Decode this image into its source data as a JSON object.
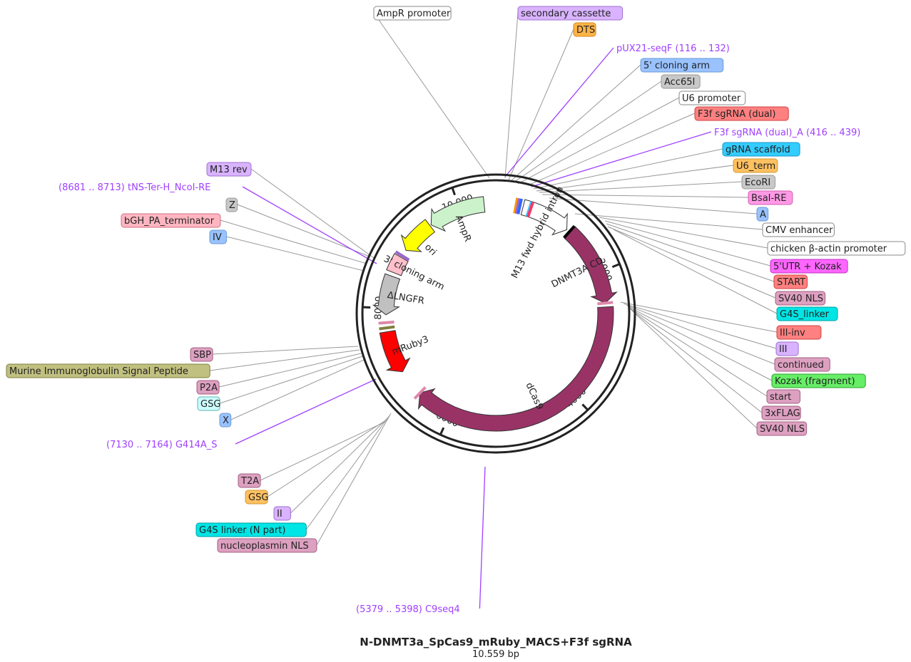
{
  "plasmid": {
    "name": "N-DNMT3a_SpCas9_mRuby_MACS+F3f sgRNA",
    "length_label": "10.559 bp",
    "length_bp": 10559
  },
  "ruler": [
    {
      "label": "2000",
      "bp": 2000
    },
    {
      "label": "4000",
      "bp": 4000
    },
    {
      "label": "6000",
      "bp": 6000
    },
    {
      "label": "8000",
      "bp": 8000
    },
    {
      "label": "10.000",
      "bp": 10000
    }
  ],
  "features": [
    {
      "name": "AmpR",
      "start": 9500,
      "end": 10380,
      "dir": -1,
      "color": "#ccf2cc"
    },
    {
      "name": "ori",
      "start": 8950,
      "end": 9480,
      "dir": -1,
      "color": "#ffff00"
    },
    {
      "name": "M13 fwd hybrid intron",
      "start": 420,
      "end": 1180,
      "dir": 1,
      "color": "#ffffff"
    },
    {
      "name": "DNMT3A CD",
      "start": 1240,
      "end": 2480,
      "dir": 1,
      "color": "#993366"
    },
    {
      "name": "dCas9",
      "start": 2540,
      "end": 6560,
      "dir": 1,
      "color": "#993366"
    },
    {
      "name": "mRuby3",
      "start": 6980,
      "end": 7640,
      "dir": -1,
      "color": "#ff0000"
    },
    {
      "name": "ΔLNGFR",
      "start": 7900,
      "end": 8500,
      "dir": -1,
      "color": "#c0c0c0"
    },
    {
      "name": "3' cloning arm",
      "start": 8560,
      "end": 8820,
      "dir": 0,
      "color": "#ffc0cb"
    }
  ],
  "labels": [
    {
      "text": "AmpR promoter",
      "bg": "#ffffff",
      "border": "#888888",
      "fg": "#222222"
    },
    {
      "text": "secondary cassette",
      "bg": "#d9b3ff",
      "border": "#a070d0",
      "fg": "#222222"
    },
    {
      "text": "DTS",
      "bg": "#ffb347",
      "border": "#d08a20",
      "fg": "#222222"
    },
    {
      "text": "pUX21-seqF  (116 .. 132)",
      "primer": true,
      "fg": "#a040ff"
    },
    {
      "text": "5' cloning arm",
      "bg": "#99c2ff",
      "border": "#6a9ad6",
      "fg": "#222222"
    },
    {
      "text": "Acc65I",
      "bg": "#c8c8c8",
      "border": "#999999",
      "fg": "#222222"
    },
    {
      "text": "U6 promoter",
      "bg": "#ffffff",
      "border": "#888888",
      "fg": "#222222"
    },
    {
      "text": "F3f sgRNA (dual)",
      "bg": "#ff8080",
      "border": "#d04040",
      "fg": "#222222"
    },
    {
      "text": "F3f sgRNA (dual)_A  (416 .. 439)",
      "primer": true,
      "fg": "#a040ff"
    },
    {
      "text": "gRNA scaffold",
      "bg": "#33ccff",
      "border": "#1a9ac8",
      "fg": "#222222"
    },
    {
      "text": "U6_term",
      "bg": "#ffc060",
      "border": "#d09a30",
      "fg": "#222222"
    },
    {
      "text": "EcoRI",
      "bg": "#c8c8c8",
      "border": "#999999",
      "fg": "#222222"
    },
    {
      "text": "BsaI-RE",
      "bg": "#ff99e6",
      "border": "#d060b0",
      "fg": "#222222"
    },
    {
      "text": "A",
      "bg": "#99c2ff",
      "border": "#6a9ad6",
      "fg": "#222222"
    },
    {
      "text": "CMV enhancer",
      "bg": "#ffffff",
      "border": "#888888",
      "fg": "#222222"
    },
    {
      "text": "chicken β-actin promoter",
      "bg": "#ffffff",
      "border": "#888888",
      "fg": "#222222"
    },
    {
      "text": "5'UTR + Kozak",
      "bg": "#ff66ff",
      "border": "#c030c0",
      "fg": "#222222"
    },
    {
      "text": "START",
      "bg": "#ff8080",
      "border": "#d04040",
      "fg": "#222222"
    },
    {
      "text": "SV40 NLS",
      "bg": "#dda0c0",
      "border": "#a06080",
      "fg": "#222222"
    },
    {
      "text": "G4S_linker",
      "bg": "#00e5e5",
      "border": "#00a0a0",
      "fg": "#222222"
    },
    {
      "text": "III-inv",
      "bg": "#ff8080",
      "border": "#d04040",
      "fg": "#222222"
    },
    {
      "text": "III",
      "bg": "#d9b3ff",
      "border": "#a070d0",
      "fg": "#222222"
    },
    {
      "text": "continued",
      "bg": "#dda0c0",
      "border": "#a06080",
      "fg": "#222222"
    },
    {
      "text": "Kozak (fragment)",
      "bg": "#66ee66",
      "border": "#30a030",
      "fg": "#222222"
    },
    {
      "text": "start",
      "bg": "#dda0c0",
      "border": "#a06080",
      "fg": "#222222"
    },
    {
      "text": "3xFLAG",
      "bg": "#dda0c0",
      "border": "#a06080",
      "fg": "#222222"
    },
    {
      "text": "SV40 NLS",
      "bg": "#dda0c0",
      "border": "#a06080",
      "fg": "#222222"
    },
    {
      "text": "(5379 .. 5398)  C9seq4",
      "primer": true,
      "fg": "#a040ff"
    },
    {
      "text": "nucleoplasmin NLS",
      "bg": "#dda0c0",
      "border": "#a06080",
      "fg": "#222222"
    },
    {
      "text": "G4S linker (N part)",
      "bg": "#00e5e5",
      "border": "#00a0a0",
      "fg": "#222222"
    },
    {
      "text": "II",
      "bg": "#d9b3ff",
      "border": "#a070d0",
      "fg": "#222222"
    },
    {
      "text": "GSG",
      "bg": "#ffc060",
      "border": "#d09a30",
      "fg": "#222222"
    },
    {
      "text": "T2A",
      "bg": "#dda0c0",
      "border": "#a06080",
      "fg": "#222222"
    },
    {
      "text": "(7130 .. 7164)  G414A_S",
      "primer": true,
      "fg": "#a040ff"
    },
    {
      "text": "X",
      "bg": "#99c2ff",
      "border": "#6a9ad6",
      "fg": "#222222"
    },
    {
      "text": "GSG",
      "bg": "#ccffff",
      "border": "#60b0b0",
      "fg": "#222222"
    },
    {
      "text": "P2A",
      "bg": "#dda0c0",
      "border": "#a06080",
      "fg": "#222222"
    },
    {
      "text": "Murine Immunoglobulin Signal Peptide",
      "bg": "#c0c080",
      "border": "#808040",
      "fg": "#222222"
    },
    {
      "text": "SBP",
      "bg": "#dda0c0",
      "border": "#a06080",
      "fg": "#222222"
    },
    {
      "text": "IV",
      "bg": "#99c2ff",
      "border": "#6a9ad6",
      "fg": "#222222"
    },
    {
      "text": "bGH_PA_terminator",
      "bg": "#ffb6c1",
      "border": "#d07080",
      "fg": "#222222"
    },
    {
      "text": "Z",
      "bg": "#c8c8c8",
      "border": "#999999",
      "fg": "#222222"
    },
    {
      "text": "(8681 .. 8713)  tNS-Ter-H_NcoI-RE",
      "primer": true,
      "fg": "#a040ff"
    },
    {
      "text": "M13 rev",
      "bg": "#d9b3ff",
      "border": "#a070d0",
      "fg": "#222222"
    }
  ]
}
